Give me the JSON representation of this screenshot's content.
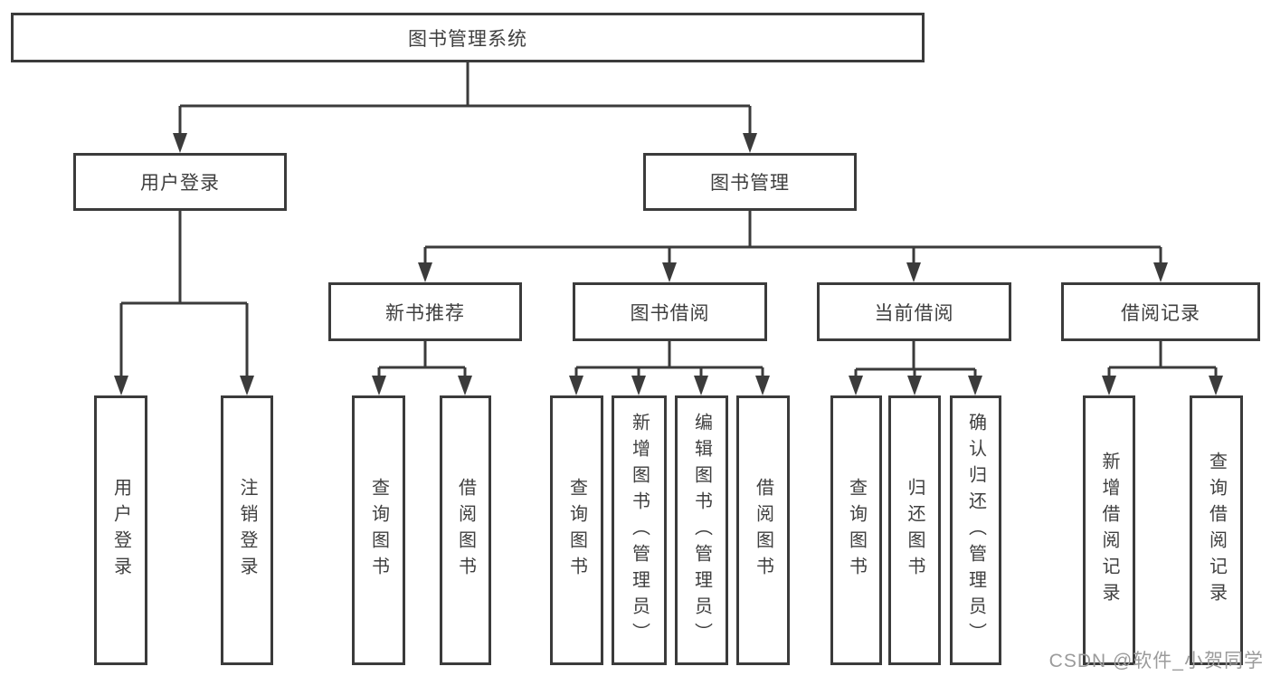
{
  "tree": {
    "root": {
      "label": "图书管理系统"
    },
    "level2": [
      {
        "label": "用户登录"
      },
      {
        "label": "图书管理"
      }
    ],
    "level3": [
      {
        "label": "新书推荐",
        "parent": "图书管理"
      },
      {
        "label": "图书借阅",
        "parent": "图书管理"
      },
      {
        "label": "当前借阅",
        "parent": "图书管理"
      },
      {
        "label": "借阅记录",
        "parent": "图书管理"
      }
    ],
    "leaves": [
      {
        "label": "用户登录",
        "parent": "用户登录"
      },
      {
        "label": "注销登录",
        "parent": "用户登录"
      },
      {
        "label": "查询图书",
        "parent": "新书推荐"
      },
      {
        "label": "借阅图书",
        "parent": "新书推荐"
      },
      {
        "label": "查询图书",
        "parent": "图书借阅"
      },
      {
        "label": "新增图书（管理员）",
        "parent": "图书借阅"
      },
      {
        "label": "编辑图书（管理员）",
        "parent": "图书借阅"
      },
      {
        "label": "借阅图书",
        "parent": "图书借阅"
      },
      {
        "label": "查询图书",
        "parent": "当前借阅"
      },
      {
        "label": "归还图书",
        "parent": "当前借阅"
      },
      {
        "label": "确认归还（管理员）",
        "parent": "当前借阅"
      },
      {
        "label": "新增借阅记录",
        "parent": "借阅记录"
      },
      {
        "label": "查询借阅记录",
        "parent": "借阅记录"
      }
    ]
  },
  "watermark": {
    "text": "CSDN @软件_小贺同学"
  },
  "colors": {
    "line": "#3b3b3b",
    "text": "#3f3f3f",
    "watermark": "#9b9b9b",
    "bg": "#ffffff"
  }
}
